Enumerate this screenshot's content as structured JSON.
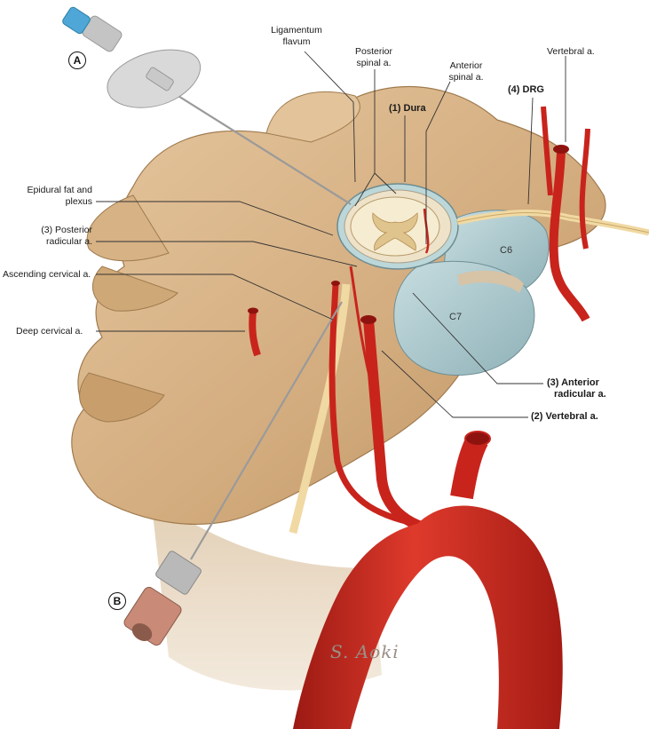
{
  "figure": {
    "labels": {
      "ligamentum_flavum": [
        "Ligamentum",
        "flavum"
      ],
      "posterior_spinal": [
        "Posterior",
        "spinal a."
      ],
      "anterior_spinal": [
        "Anterior",
        "spinal a."
      ],
      "dura": "(1) Dura",
      "drg": "(4) DRG",
      "vertebral_top": "Vertebral a.",
      "epidural": [
        "Epidural fat and",
        "plexus"
      ],
      "posterior_radicular": [
        "(3) Posterior",
        "radicular a."
      ],
      "ascending_cervical": "Ascending cervical a.",
      "deep_cervical": "Deep cervical a.",
      "anterior_radicular": [
        "(3) Anterior",
        "radicular a."
      ],
      "vertebral_2": "(2) Vertebral a."
    },
    "vertebra_labels": {
      "c6": "C6",
      "c7": "C7"
    },
    "needle_markers": {
      "a": "A",
      "b": "B"
    },
    "signature": "S. Aoki"
  },
  "colors": {
    "bone": "#d9b68c",
    "bone_dark": "#b8905f",
    "disc": "#a9c9cf",
    "artery": "#c8241c",
    "artery_dark": "#8e130f",
    "nerve": "#f1d9a3",
    "cord": "#f3e6c4",
    "needle": "#9a9a9a",
    "hub_blue": "#4ea7d6",
    "hub_brown": "#c98a78"
  }
}
